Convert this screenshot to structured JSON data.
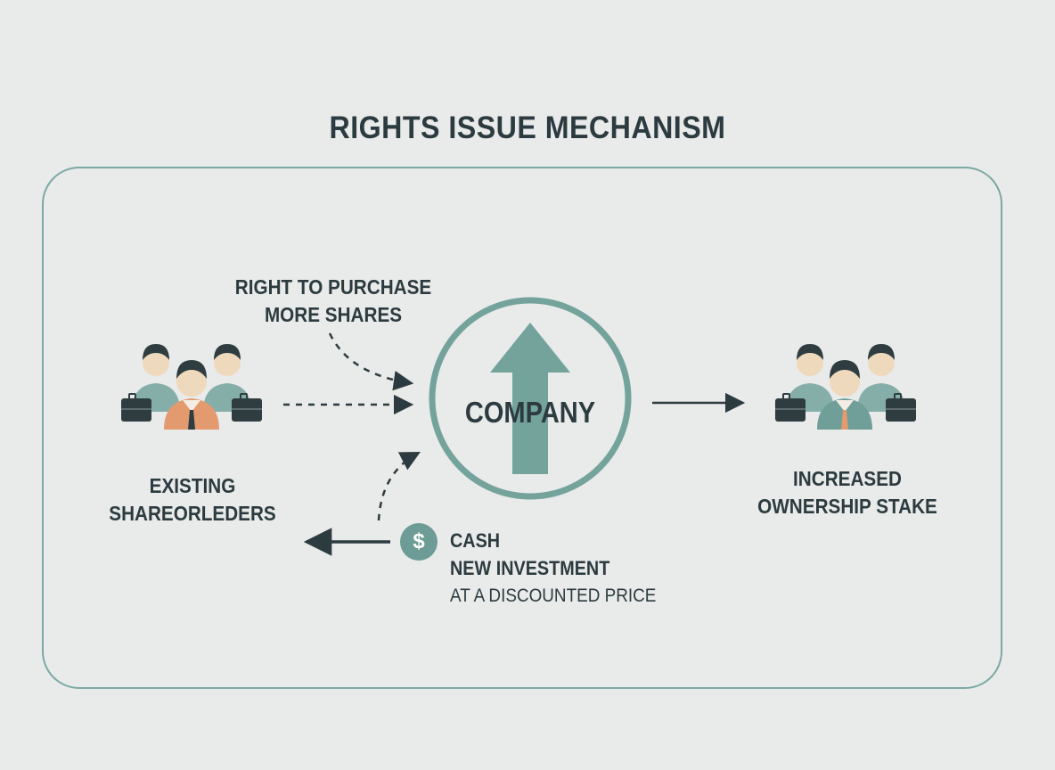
{
  "title": "RIGHTS ISSUE MECHANISM",
  "right_label": [
    "RIGHT TO PURCHASE",
    "MORE SHARES"
  ],
  "company_label": "COMPANY",
  "existing_label": [
    "EXISTING",
    "SHAREORLEDERS"
  ],
  "increased_label": [
    "INCREASED",
    "OWNERSHIP STAKE"
  ],
  "cash": {
    "icon": "$",
    "line1": "CASH",
    "line2": "NEW INVESTMENT",
    "line3": "AT A DISCOUNTED PRICE"
  },
  "colors": {
    "teal": "#7aaaa3",
    "dark": "#2c3b3f",
    "orange_suit": "#e39a6e",
    "background": "#e9eaea"
  },
  "icons": [
    "shareholder-group-icon",
    "briefcase-icon",
    "up-arrow-icon",
    "dollar-icon"
  ]
}
